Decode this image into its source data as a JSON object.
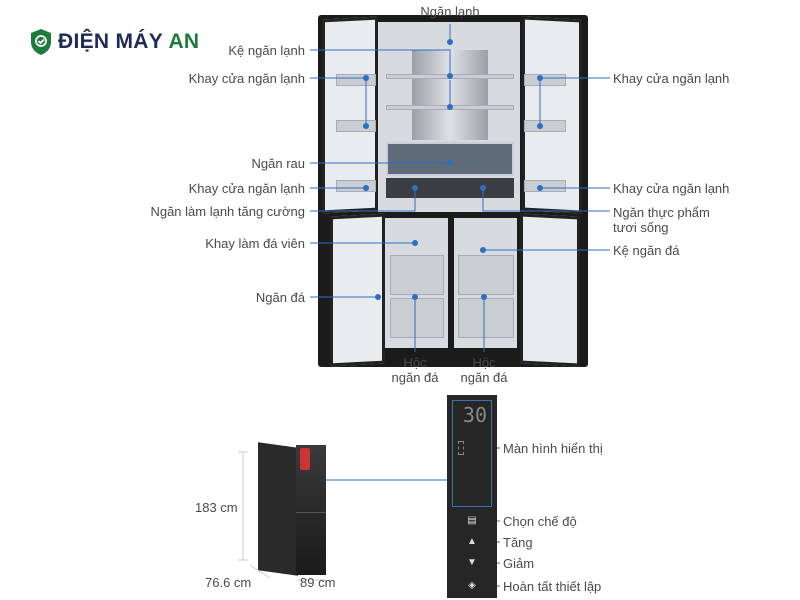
{
  "brand": {
    "name_main": "ĐIỆN MÁY",
    "name_accent": "AN",
    "logo_icon": "shield-check-icon"
  },
  "colors": {
    "leader": "#2f6fbf",
    "brand_dark": "#1e2a5a",
    "brand_green": "#1f7a3e"
  },
  "labels": {
    "ngan_lanh": "Ngăn lạnh",
    "ke_ngan_lanh": "Kệ ngăn lạnh",
    "khay_cua_left_top": "Khay cửa ngăn lạnh",
    "khay_cua_right_top": "Khay cửa ngăn lạnh",
    "ngan_rau": "Ngăn rau",
    "khay_cua_left_mid": "Khay cửa ngăn lạnh",
    "khay_cua_right_mid": "Khay cửa ngăn lạnh",
    "ngan_lam_lanh": "Ngăn làm lạnh tăng cường",
    "ngan_thuc_pham_1": "Ngăn thực phẩm",
    "ngan_thuc_pham_2": "tươi sống",
    "khay_lam_da": "Khay làm đá viên",
    "ke_ngan_da": "Kệ ngăn đá",
    "ngan_da": "Ngăn đá",
    "hoc_left_1": "Hộc",
    "hoc_left_2": "ngăn đá",
    "hoc_right_1": "Hộc",
    "hoc_right_2": "ngăn đá"
  },
  "dimensions": {
    "height": "183 cm",
    "depth": "76.6 cm",
    "width": "89 cm"
  },
  "control_panel": {
    "display_value": "30",
    "labels": [
      "Màn hình hiển thị",
      "Chọn chế độ",
      "Tăng",
      "Giảm",
      "Hoàn tất thiết lập"
    ]
  }
}
